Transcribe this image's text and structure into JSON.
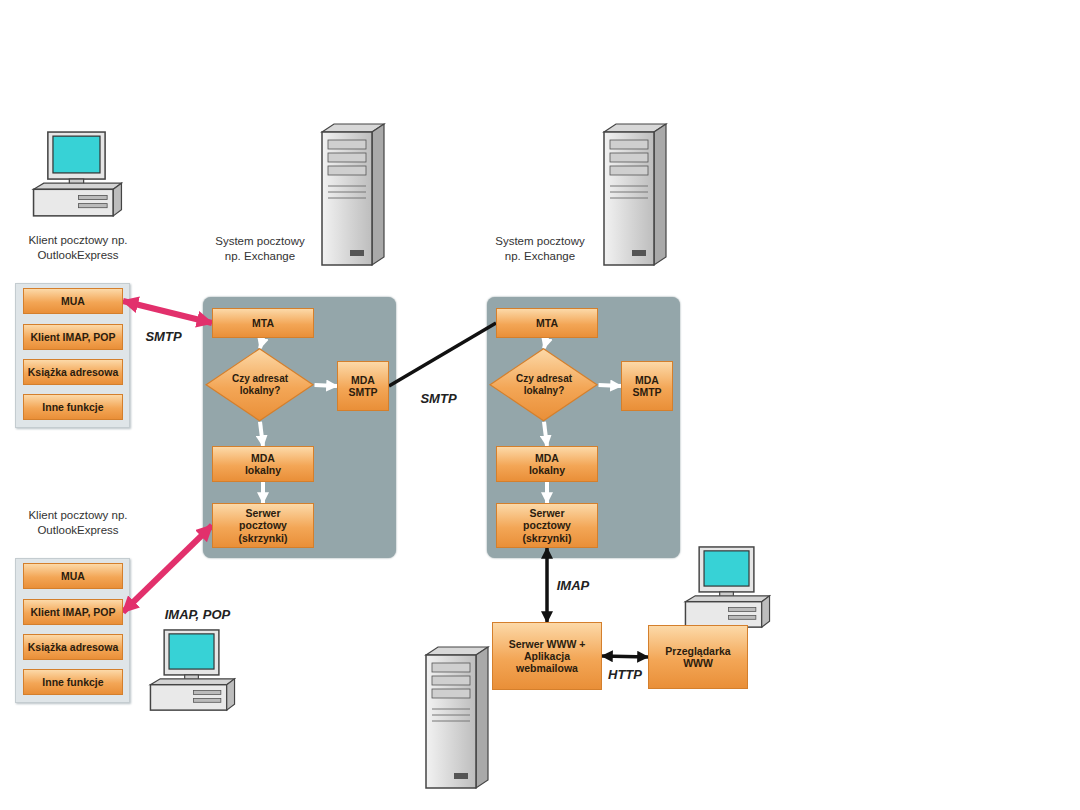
{
  "diagram": {
    "nodes": [
      {
        "text": [
          "Klient pocztowy np. OutlookExpress"
        ]
      },
      {
        "text": [
          "MUA"
        ],
        "in": 0
      },
      {
        "text": [
          "Klient IMAP, POP"
        ],
        "in": 0
      },
      {
        "text": [
          "Książka adresowa"
        ],
        "in": 0
      },
      {
        "text": [
          "Inne funkcje"
        ],
        "in": 0
      },
      {
        "text": [
          "System pocztowy np. Exchange"
        ]
      },
      {
        "text": [
          "MTA"
        ],
        "in": 5
      },
      {
        "text": [
          "Czy adresat lokalny?"
        ],
        "in": 5
      },
      {
        "text": [
          "MDA SMTP"
        ],
        "in": 5
      },
      {
        "text": [
          "MDA lokalny"
        ],
        "in": 5
      },
      {
        "text": [
          "Serwer pocztowy (skrzynki)"
        ],
        "in": 5
      },
      {
        "text": [
          "System pocztowy np. Exchange"
        ]
      },
      {
        "text": [
          "MTA"
        ],
        "in": 11
      },
      {
        "text": [
          "Czy adresat lokalny?"
        ],
        "in": 11
      },
      {
        "text": [
          "MDA SMTP"
        ],
        "in": 11
      },
      {
        "text": [
          "MDA lokalny"
        ],
        "in": 11
      },
      {
        "text": [
          "Serwer pocztowy (skrzynki)"
        ],
        "in": 11
      },
      {
        "text": [
          "Klient pocztowy np. OutlookExpress"
        ]
      },
      {
        "text": [
          "MUA"
        ],
        "in": 17
      },
      {
        "text": [
          "Klient IMAP, POP"
        ],
        "in": 17
      },
      {
        "text": [
          "Książka adresowa"
        ],
        "in": 17
      },
      {
        "text": [
          "Inne funkcje"
        ],
        "in": 17
      },
      {
        "text": [
          "Serwer WWW + Aplikacja webmailowa"
        ]
      },
      {
        "text": [
          "Przeglądarka WWW"
        ]
      }
    ],
    "edges": [
      {
        "from": 1,
        "to": 6,
        "label": "SMTP",
        "arrow": "both"
      },
      {
        "from": 6,
        "to": 7,
        "arrow": "to"
      },
      {
        "from": 7,
        "to": 8,
        "arrow": "to"
      },
      {
        "from": 7,
        "to": 9,
        "arrow": "to"
      },
      {
        "from": 9,
        "to": 10,
        "arrow": "to"
      },
      {
        "from": 8,
        "to": 12,
        "label": "SMTP",
        "arrow": "none"
      },
      {
        "from": 12,
        "to": 13,
        "arrow": "to"
      },
      {
        "from": 13,
        "to": 14,
        "arrow": "to"
      },
      {
        "from": 13,
        "to": 15,
        "arrow": "to"
      },
      {
        "from": 15,
        "to": 16,
        "arrow": "to"
      },
      {
        "from": 10,
        "to": 19,
        "label": "IMAP, POP",
        "arrow": "both"
      },
      {
        "from": 16,
        "to": 22,
        "label": "IMAP",
        "arrow": "both"
      },
      {
        "from": 22,
        "to": 23,
        "label": "HTTP",
        "arrow": "both"
      }
    ]
  }
}
